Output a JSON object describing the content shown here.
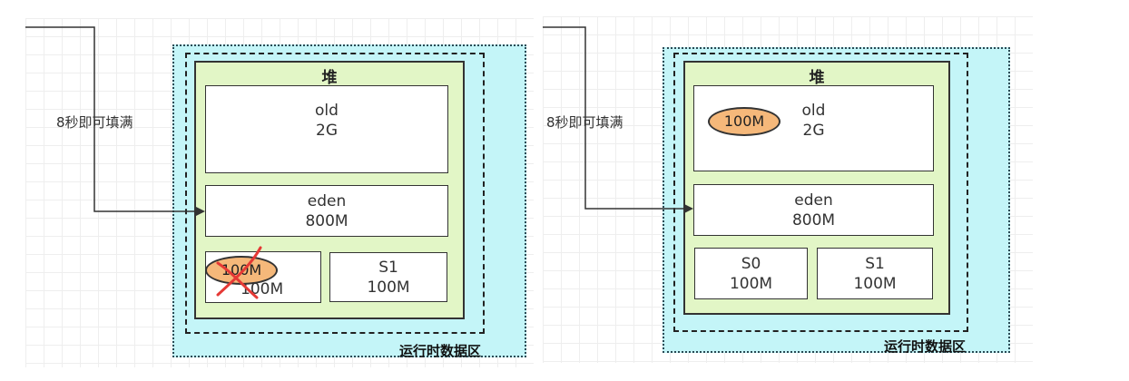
{
  "left": {
    "side_label": "8秒即可填满",
    "runtime_label": "运行时数据区",
    "heap_title": "堆",
    "old": {
      "name": "old",
      "size": "2G"
    },
    "eden": {
      "name": "eden",
      "size": "800M"
    },
    "s0": {
      "size": "100M"
    },
    "s1": {
      "name": "S1",
      "size": "100M"
    },
    "object": {
      "label": "100M",
      "crossed_out": true
    }
  },
  "right": {
    "side_label": "8秒即可填满",
    "runtime_label": "运行时数据区",
    "heap_title": "堆",
    "old": {
      "name": "old",
      "size": "2G"
    },
    "old_object": {
      "label": "100M"
    },
    "eden": {
      "name": "eden",
      "size": "800M"
    },
    "s0": {
      "name": "S0",
      "size": "100M"
    },
    "s1": {
      "name": "S1",
      "size": "100M"
    }
  },
  "colors": {
    "runtime_bg": "#c4f5f8",
    "heap_bg": "#e2f6c6",
    "object_fill": "#f5b87a",
    "cross": "#e53935"
  }
}
